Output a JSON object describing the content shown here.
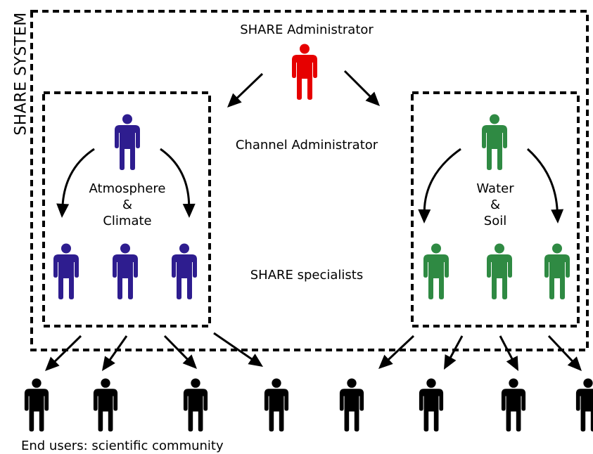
{
  "system_label": "SHARE SYSTEM",
  "admin_label": "SHARE Administrator",
  "channel_admin_label": "Channel Administrator",
  "specialists_label": "SHARE specialists",
  "end_users_label": "End users: scientific community",
  "channels": [
    {
      "lines": [
        "Atmosphere",
        "&",
        "Climate"
      ],
      "color": "#2e1d8f"
    },
    {
      "lines": [
        "Water",
        "&",
        "Soil"
      ],
      "color": "#2f8a43"
    }
  ],
  "colors": {
    "admin": "#e60000",
    "end_user": "#000000",
    "line": "#000000"
  },
  "icons": {
    "person": "person-icon",
    "arrow": "arrow-icon"
  }
}
